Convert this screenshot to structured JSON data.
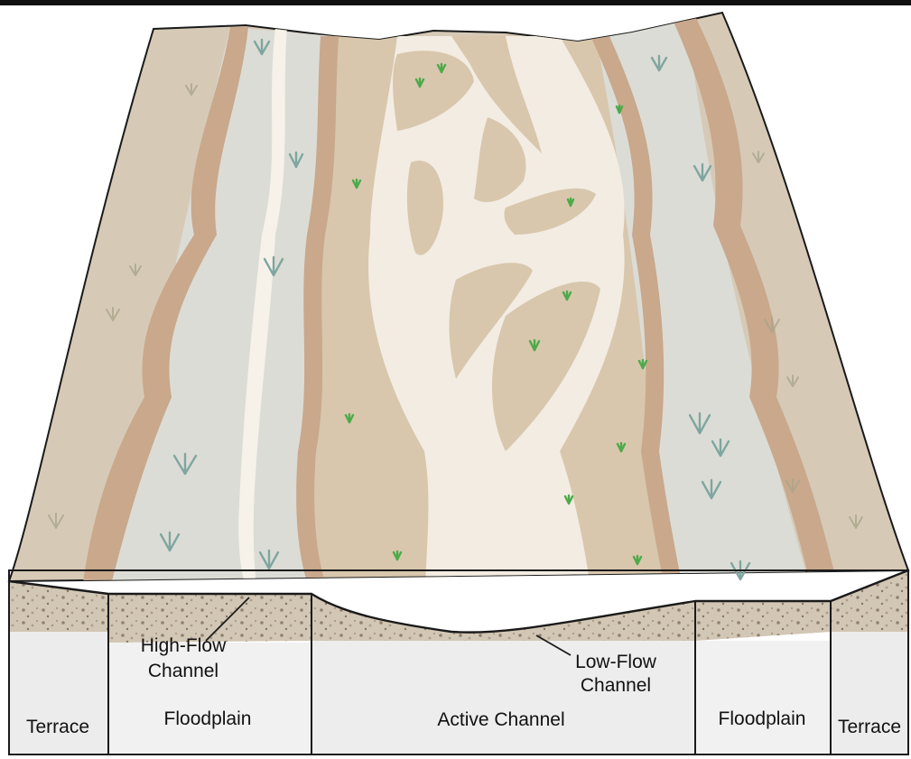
{
  "diagram": {
    "labels": {
      "terrace_left": "Terrace",
      "floodplain_left": "Floodplain",
      "active_channel": "Active Channel",
      "floodplain_right": "Floodplain",
      "terrace_right": "Terrace",
      "high_flow_line1": "High-Flow",
      "high_flow_line2": "Channel",
      "low_flow_line1": "Low-Flow",
      "low_flow_line2": "Channel"
    },
    "colors": {
      "terrace_surface": "#d6cab7",
      "bank_band": "#c9a88c",
      "floodplain_surface": "#d9d9d3",
      "active_channel_surface": "#d8c7ad",
      "sand_bar": "#f3ece2",
      "water_streak": "#f6f2ea",
      "cross_section_fill": "#ededed",
      "gravel": "#8a7a68",
      "outline": "#1a1a1a",
      "vegetation_blue_green": "#7fa6a0",
      "vegetation_green": "#4caa4a"
    }
  }
}
